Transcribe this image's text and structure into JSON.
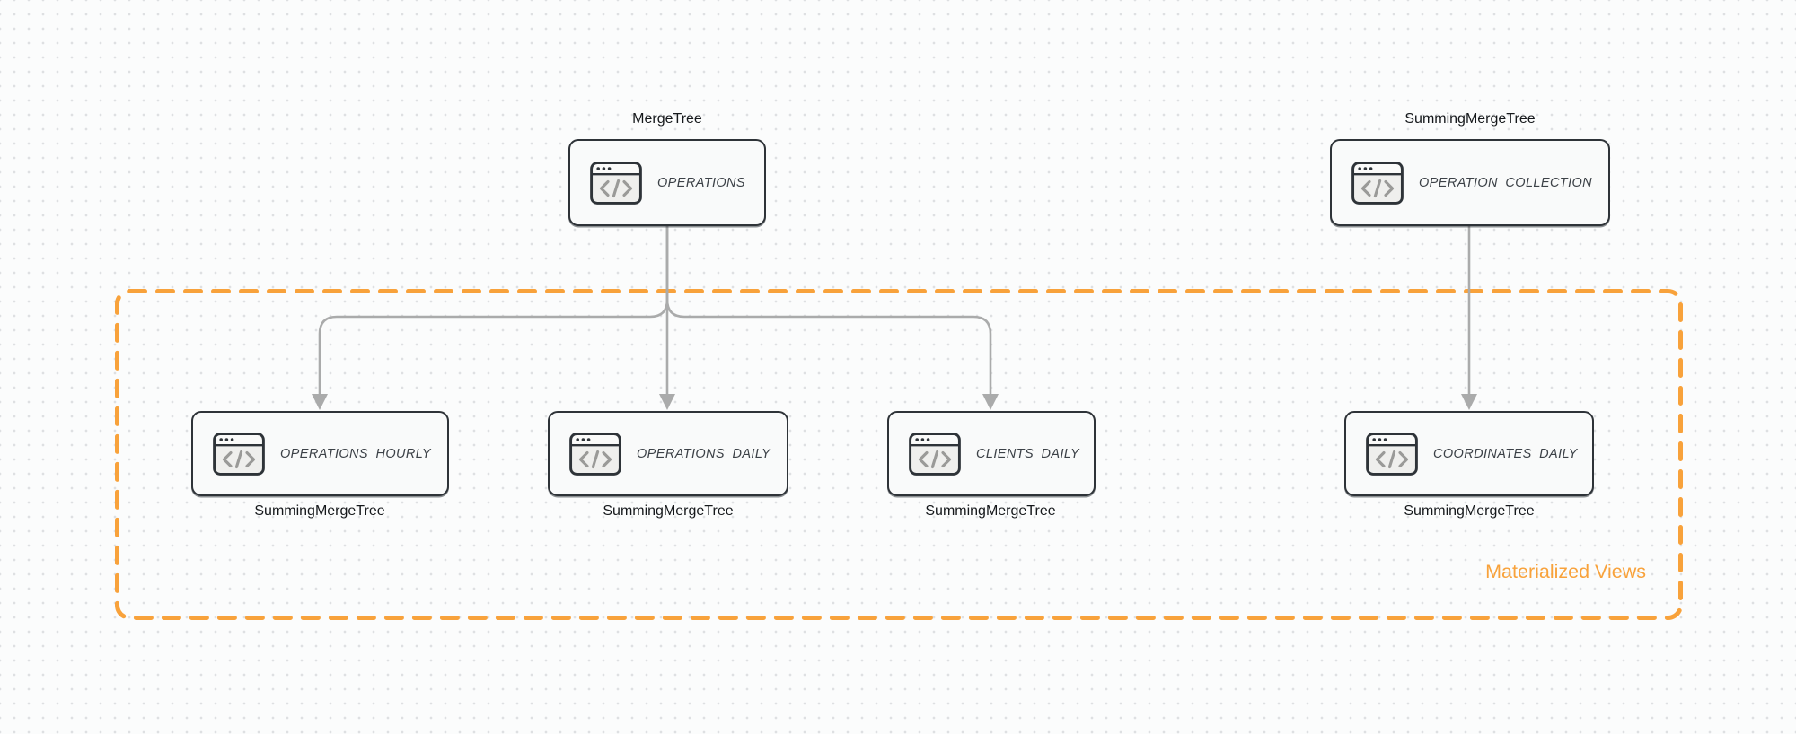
{
  "diagram": {
    "group_label": "Materialized Views",
    "nodes": [
      {
        "id": "operations",
        "label": "OPERATIONS",
        "engine": "MergeTree",
        "engine_position": "above",
        "icon": "code-window-icon"
      },
      {
        "id": "operation_collection",
        "label": "OPERATION_COLLECTION",
        "engine": "SummingMergeTree",
        "engine_position": "above",
        "icon": "code-window-icon"
      },
      {
        "id": "operations_hourly",
        "label": "OPERATIONS_HOURLY",
        "engine": "SummingMergeTree",
        "engine_position": "below",
        "icon": "code-window-icon"
      },
      {
        "id": "operations_daily",
        "label": "OPERATIONS_DAILY",
        "engine": "SummingMergeTree",
        "engine_position": "below",
        "icon": "code-window-icon"
      },
      {
        "id": "clients_daily",
        "label": "CLIENTS_DAILY",
        "engine": "SummingMergeTree",
        "engine_position": "below",
        "icon": "code-window-icon"
      },
      {
        "id": "coordinates_daily",
        "label": "COORDINATES_DAILY",
        "engine": "SummingMergeTree",
        "engine_position": "below",
        "icon": "code-window-icon"
      }
    ],
    "edges": [
      {
        "from": "operations",
        "to": "operations_hourly"
      },
      {
        "from": "operations",
        "to": "operations_daily"
      },
      {
        "from": "operations",
        "to": "clients_daily"
      },
      {
        "from": "operation_collection",
        "to": "coordinates_daily"
      }
    ],
    "colors": {
      "accent_orange": "#F8A23B",
      "node_border": "#2E3338",
      "edge_gray": "#AAABAB",
      "node_label_text": "#3C4147",
      "engine_label_text": "#15181B"
    }
  }
}
